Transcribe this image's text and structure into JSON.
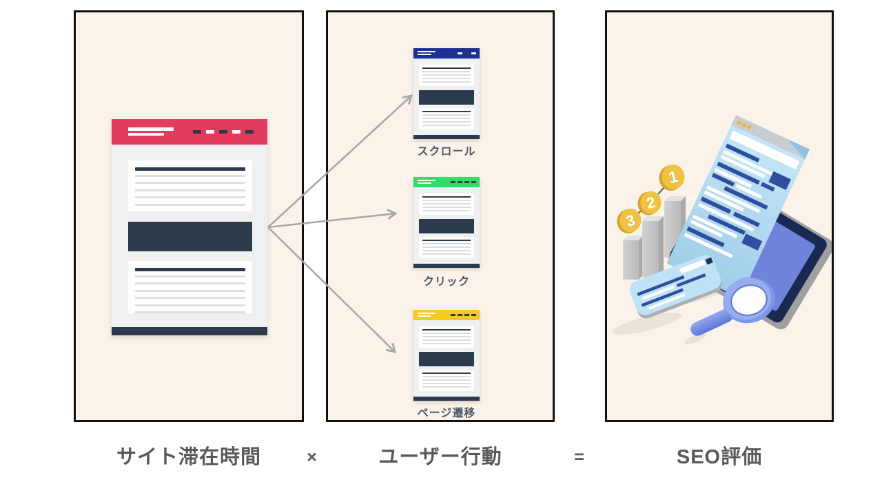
{
  "colors": {
    "panel-bg": "#FBF3EA",
    "panel-border": "#101010",
    "navy": "#2C3A4E",
    "body-gray": "#EFF0F2",
    "line-gray": "#DCDEE0",
    "arrow-gray": "#A8A8A8",
    "label-text": "#4C5864",
    "equation-text": "#595959",
    "gold": "#F0C142",
    "gold-dark": "#D8A22C",
    "illus-navy": "#182A52",
    "illus-screen": "#7082DB",
    "illus-blue": "#2F4EA0",
    "illus-light-blue": "#BEE3F6",
    "illus-periwinkle": "#7E96E7",
    "bar-gray": "#C6C6C6"
  },
  "left_panel": {
    "page": {
      "header_color": "#E23B5E"
    }
  },
  "middle_panel": {
    "pages": [
      {
        "label": "スクロール",
        "header_color": "#1D2F96"
      },
      {
        "label": "クリック",
        "header_color": "#2BDF69"
      },
      {
        "label": "ページ遷移",
        "header_color": "#F5C91D"
      }
    ]
  },
  "right_panel": {
    "coins": [
      {
        "number": "1"
      },
      {
        "number": "2"
      },
      {
        "number": "3"
      }
    ]
  },
  "equation": {
    "term1": "サイト滞在時間",
    "op1": "×",
    "term2": "ユーザー行動",
    "op2": "=",
    "result": "SEO評価"
  }
}
